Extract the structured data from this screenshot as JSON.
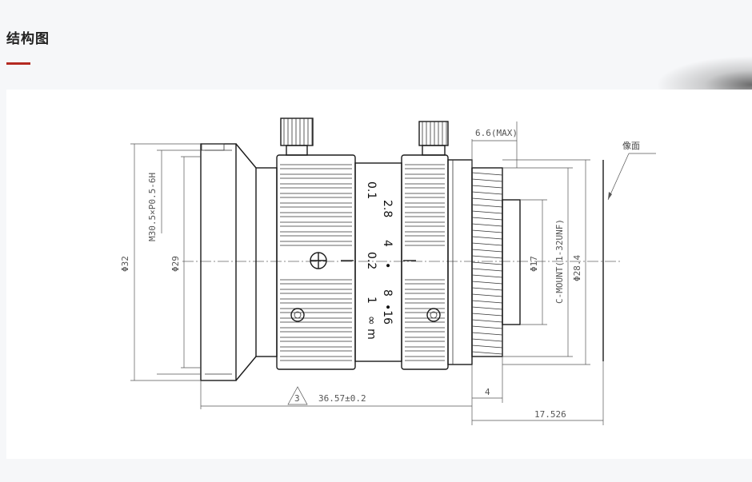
{
  "section": {
    "title": "结构图"
  },
  "drawing": {
    "dim_thread_front": "M30.5×P0.5-6H",
    "dim_outer_dia": "Φ32",
    "dim_inner_dia": "Φ29",
    "dim_flange_max": "6.6(MAX)",
    "image_plane_label": "像面",
    "dim_mount_thread": "C-MOUNT(1-32UNF)",
    "dim_rear_dia": "Φ17",
    "dim_mount_dia": "Φ28.4",
    "note_marker": "3",
    "dim_total_length": "36.57±0.2",
    "dim_mount_length": "4",
    "dim_back_focus": "17.526",
    "focus_scale": [
      "0.1",
      "0.2",
      "1",
      "∞ m"
    ],
    "aperture_scale": [
      "2.8",
      "4",
      "•",
      "8",
      "•16"
    ]
  }
}
